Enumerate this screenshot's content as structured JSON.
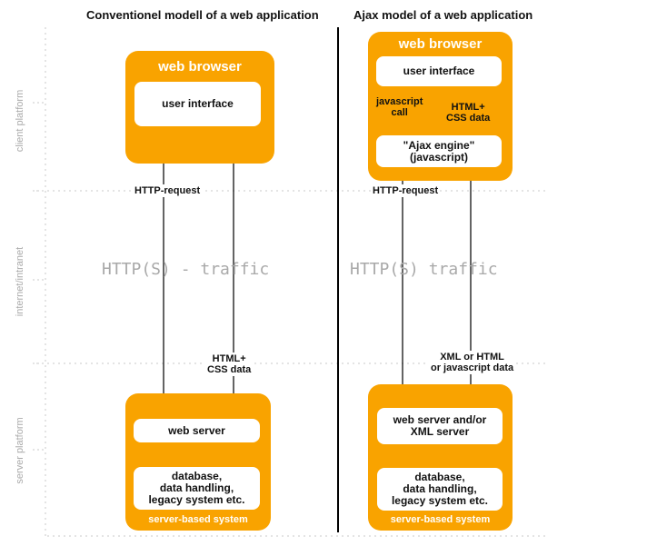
{
  "titles": {
    "left": "Conventionel modell of a web application",
    "right": "Ajax model of a web application"
  },
  "side_labels": {
    "client": "client platform",
    "internet": "internet/intranet",
    "server": "server platform"
  },
  "left": {
    "browser_title": "web browser",
    "user_interface": "user interface",
    "http_request": "HTTP-request",
    "traffic": "HTTP(S) - traffic",
    "response": [
      "HTML+",
      "CSS data"
    ],
    "web_server": "web server",
    "database": [
      "database,",
      "data handling,",
      "legacy system etc."
    ],
    "server_system": "server-based system"
  },
  "right": {
    "browser_title": "web browser",
    "user_interface": "user interface",
    "js_call": [
      "javascript",
      "call"
    ],
    "html_css": [
      "HTML+",
      "CSS data"
    ],
    "ajax_engine": [
      "\"Ajax engine\"",
      "(javascript)"
    ],
    "http_request": "HTTP-request",
    "traffic": "HTTP(S) traffic",
    "response": [
      "XML or HTML",
      "or javascript data"
    ],
    "web_server": [
      "web server and/or",
      "XML server"
    ],
    "database": [
      "database,",
      "data handling,",
      "legacy system etc."
    ],
    "server_system": "server-based system"
  },
  "colors": {
    "orange": "#f9a300",
    "traffic_gray": "#a9a9a9",
    "guide_gray": "#c8c8c8"
  }
}
